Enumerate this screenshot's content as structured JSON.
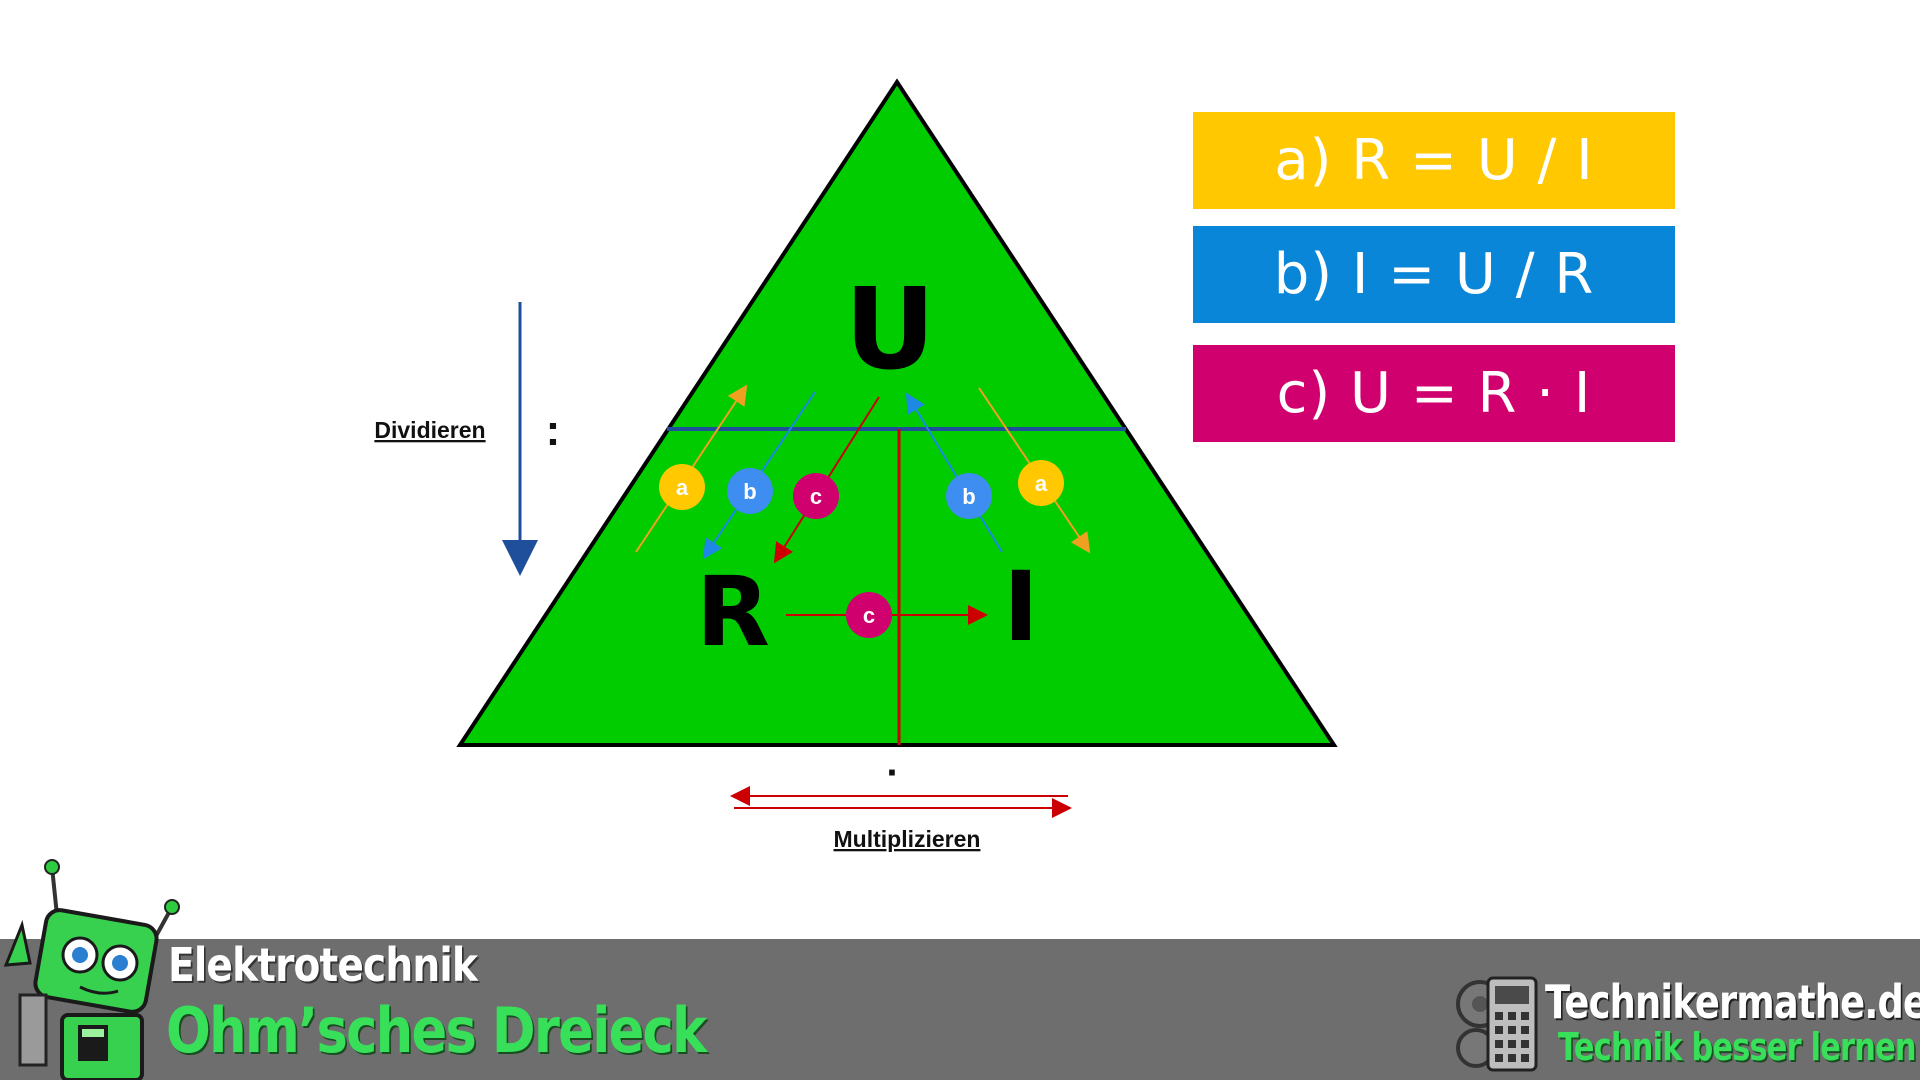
{
  "triangle": {
    "top_label": "U",
    "left_label": "R",
    "right_label": "I",
    "fill": "#00cc00",
    "divider_color": "#1f4e9a",
    "vertical_color": "#cc0000"
  },
  "markers": {
    "a": "a",
    "b": "b",
    "c": "c"
  },
  "colors": {
    "a": "#ffc800",
    "b": "#1e88e5",
    "c": "#d0006f",
    "bar": "#6e6e6e",
    "accent_green": "#38e05a"
  },
  "divide": {
    "label": "Dividieren",
    "symbol": ":"
  },
  "multiply": {
    "label": "Multiplizieren",
    "symbol": "·"
  },
  "formulas": [
    {
      "text": "a) R = U / I",
      "color": "#ffc800"
    },
    {
      "text": "b) I = U / R",
      "color": "#0a86d8"
    },
    {
      "text": "c) U = R · I",
      "color": "#d0006f"
    }
  ],
  "footer": {
    "category": "Elektrotechnik",
    "topic": "Ohm’sches Dreieck",
    "brand": "Technikermathe.de",
    "slogan": "Technik besser lernen"
  }
}
